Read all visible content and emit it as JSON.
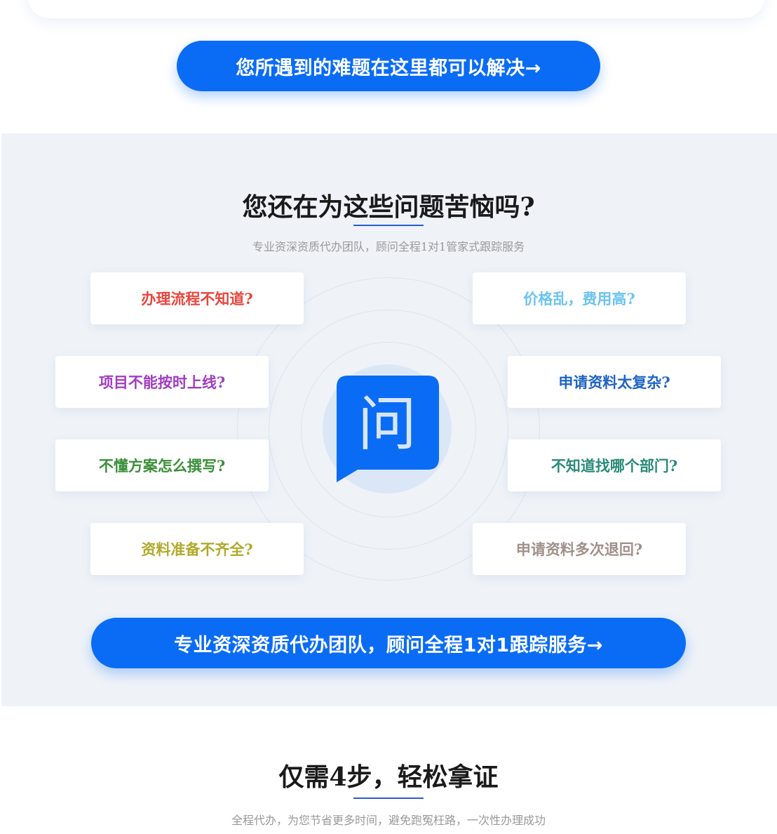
{
  "top_button": {
    "label": "您所遇到的难题在这里都可以解决→"
  },
  "problems": {
    "title": "您还在为这些问题苦恼吗?",
    "subtitle": "专业资深资质代办团队，顾问全程1对1管家式跟踪服务",
    "center_icon_char": "问",
    "cards": [
      {
        "label": "办理流程不知道?",
        "color": "#e8453c"
      },
      {
        "label": "价格乱，费用高?",
        "color": "#6cc3ee"
      },
      {
        "label": "项目不能按时上线?",
        "color": "#a03cc0"
      },
      {
        "label": "申请资料太复杂?",
        "color": "#1e63c4"
      },
      {
        "label": "不懂方案怎么撰写?",
        "color": "#3a8f3a"
      },
      {
        "label": "不知道找哪个部门?",
        "color": "#2a8a78"
      },
      {
        "label": "资料准备不齐全?",
        "color": "#b0aa2a"
      },
      {
        "label": "申请资料多次退回?",
        "color": "#a0908a"
      }
    ],
    "cta": {
      "label": "专业资深资质代办团队，顾问全程1对1跟踪服务→"
    }
  },
  "steps": {
    "title": "仅需4步，轻松拿证",
    "subtitle": "全程代办，为您节省更多时间，避免跑冤枉路，一次性办理成功"
  },
  "colors": {
    "accent": "#0a6cf5",
    "section_bg": "#eff3f8",
    "underline": "#2a5bd7"
  }
}
